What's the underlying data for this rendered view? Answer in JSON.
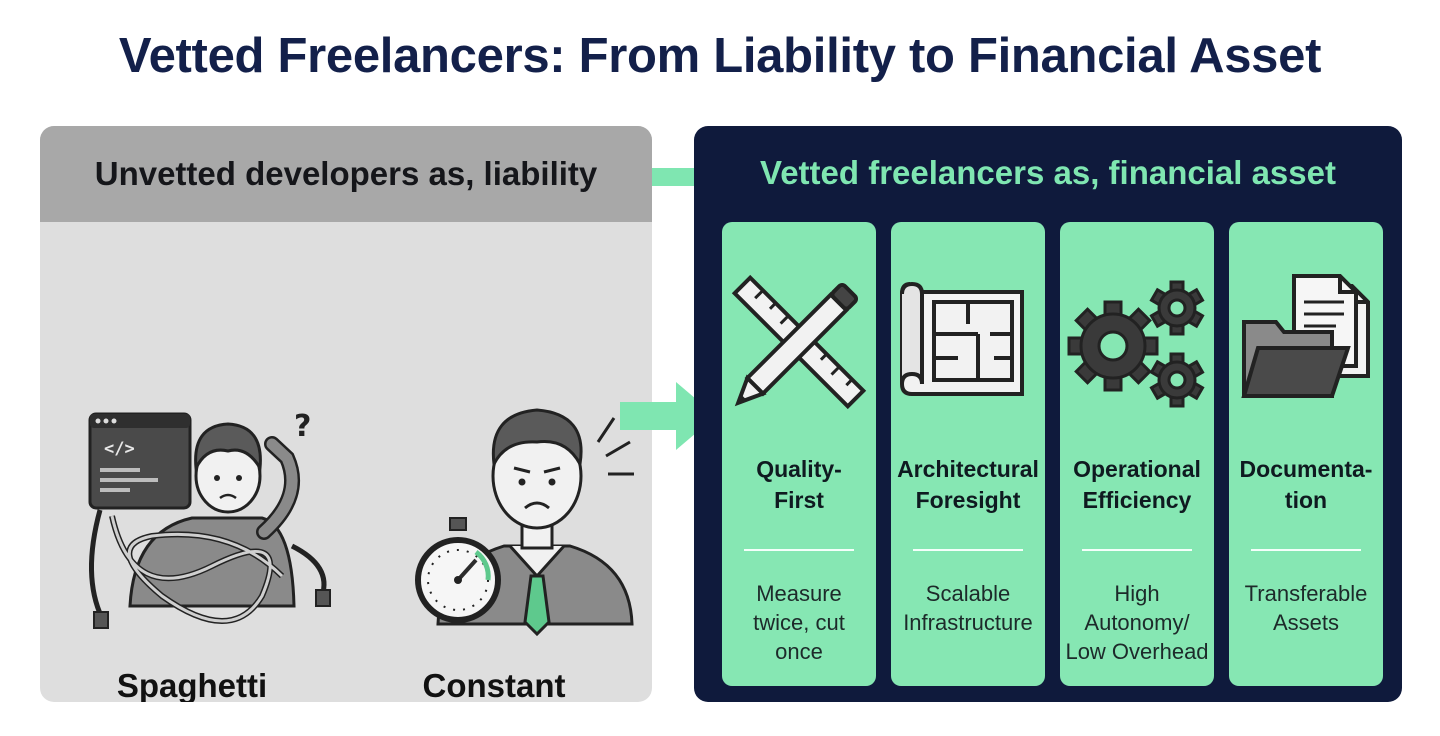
{
  "title": "Vetted Freelancers: From Liability to Financial Asset",
  "left_panel": {
    "header": "Unvetted developers as, liability",
    "items": [
      {
        "label": "Spaghetti\nCode",
        "icon": "tangled-developer-icon"
      },
      {
        "label": "Constant\nBabysitting",
        "icon": "stressed-manager-stopwatch-icon"
      }
    ]
  },
  "right_panel": {
    "header": "Vetted freelancers as, financial asset",
    "cards": [
      {
        "title": "Quality-\nFirst",
        "desc": "Measure\ntwice, cut\nonce",
        "icon": "pencil-ruler-icon"
      },
      {
        "title": "Architectural\nForesight",
        "desc": "Scalable\nInfrastructure",
        "icon": "blueprint-icon"
      },
      {
        "title": "Operational\nEfficiency",
        "desc": "High\nAutonomy/\nLow Overhead",
        "icon": "gears-icon"
      },
      {
        "title": "Documenta-\ntion",
        "desc": "Transferable\nAssets",
        "icon": "folder-documents-icon"
      }
    ]
  },
  "colors": {
    "title": "#13204a",
    "left_panel_bg": "#dedede",
    "left_header_bg": "#a8a8a8",
    "right_panel_bg": "#0f1a3c",
    "accent_green": "#86e7b3"
  }
}
